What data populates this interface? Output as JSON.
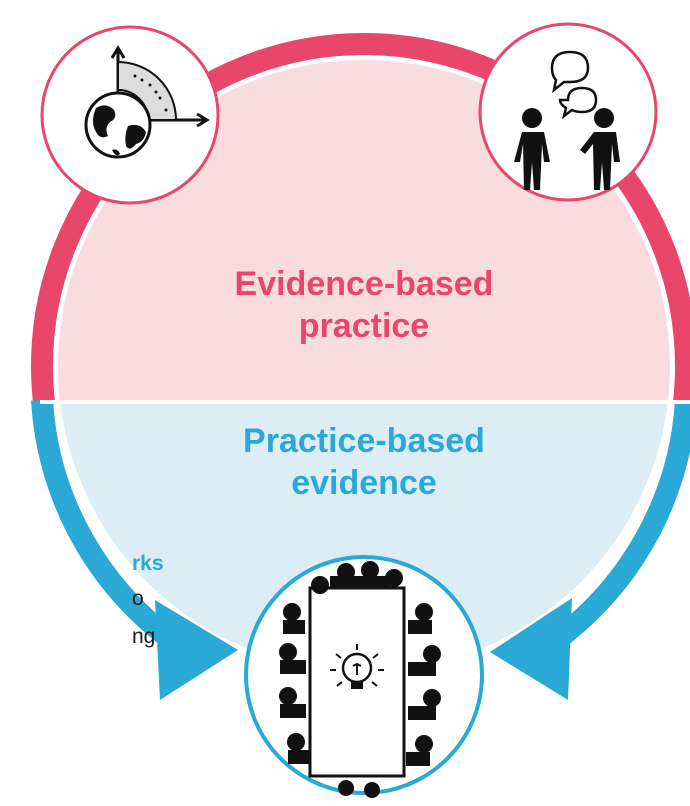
{
  "diagram": {
    "top_label_line1": "Evidence-based",
    "top_label_line2": "practice",
    "bottom_label_line1": "Practice-based",
    "bottom_label_line2": "evidence",
    "cut_text_line1": "rks",
    "cut_text_line2": "o",
    "cut_text_line3": "ng"
  },
  "icons": {
    "left_circle": "globe-chart-icon",
    "right_circle": "two-people-talking-icon",
    "bottom_circle": "team-meeting-idea-icon"
  },
  "colors": {
    "pink": "#e8476b",
    "pink_fill": "#f9dcdc",
    "blue": "#2aa9d6",
    "blue_fill": "#dcedf5",
    "icon": "#111111"
  }
}
